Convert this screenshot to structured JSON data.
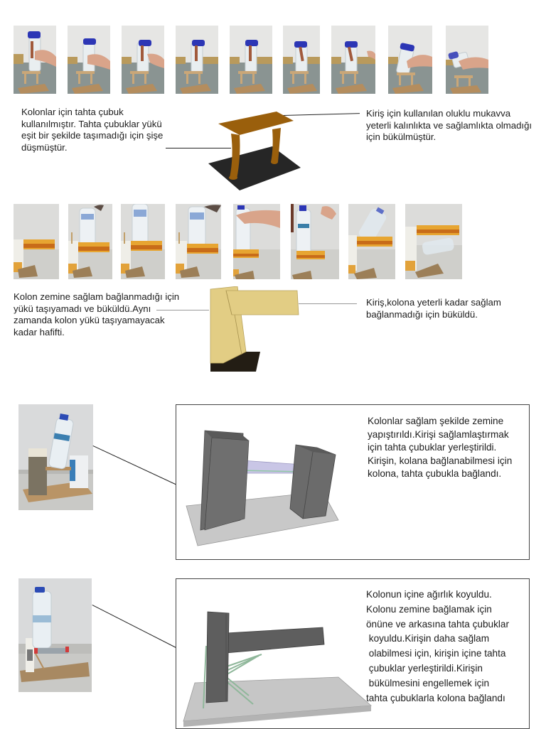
{
  "section1": {
    "photos": [
      {
        "label": "trial-1-frame-1"
      },
      {
        "label": "trial-1-frame-2"
      },
      {
        "label": "trial-1-frame-3"
      },
      {
        "label": "trial-1-frame-4"
      },
      {
        "label": "trial-1-frame-5"
      },
      {
        "label": "trial-1-frame-6"
      },
      {
        "label": "trial-1-frame-7"
      },
      {
        "label": "trial-1-frame-8"
      },
      {
        "label": "trial-1-frame-9"
      }
    ],
    "left_caption": "Kolonlar için tahta çubuk kullanılmıştır. Tahta çubuklar yükü eşit bir şekilde taşımadığı için şişe düşmüştür.",
    "right_caption": "Kiriş için kullanılan oluklu mukavva yeterli kalınlıkta ve  sağlamlıkta olmadığı için bükülmüştür.",
    "diagram": {
      "beam_color": "#9a5f0c",
      "base_color": "#262626"
    }
  },
  "section2": {
    "photos": [
      {
        "label": "trial-2-frame-1"
      },
      {
        "label": "trial-2-frame-2"
      },
      {
        "label": "trial-2-frame-3"
      },
      {
        "label": "trial-2-frame-4"
      },
      {
        "label": "trial-2-frame-5"
      },
      {
        "label": "trial-2-frame-6"
      },
      {
        "label": "trial-2-frame-7"
      },
      {
        "label": "trial-2-frame-8"
      }
    ],
    "left_caption": "Kolon zemine sağlam bağlanmadığı için yükü taşıyamadı ve büküldü.Aynı zamanda kolon yükü taşıyamayacak kadar hafifti.",
    "right_caption": "Kiriş,kolona yeterli kadar sağlam bağlanmadığı için büküldü.",
    "diagram": {
      "cardboard_color": "#e2cd84",
      "base_color": "#231d14"
    }
  },
  "section3": {
    "caption": "Kolonlar sağlam şekilde zemine yapıştırıldı.Kirişi sağlamlaştırmak için tahta çubuklar yerleştirildi. Kirişin, kolana bağlanabilmesi için kolona, tahta çubukla bağlandı.",
    "diagram": {
      "column_color": "#6b6b6b",
      "base_color": "#c8c8c8",
      "beam_color": "#c9c6e6"
    }
  },
  "section4": {
    "caption_lines": [
      "Kolonun içine ağırlık koyuldu.",
      "Kolonu zemine bağlamak için",
      "önüne ve arkasına tahta çubuklar",
      " koyuldu.Kirişin daha sağlam",
      " olabilmesi için, kirişin içine tahta",
      " çubuklar yerleştirildi.Kirişin",
      " bükülmesini engellemek için",
      "tahta çubuklarla kolona bağlandı"
    ],
    "diagram": {
      "column_color": "#5e5e5e",
      "base_color": "#c6c6c6",
      "stick_color": "#8fb79a"
    }
  }
}
